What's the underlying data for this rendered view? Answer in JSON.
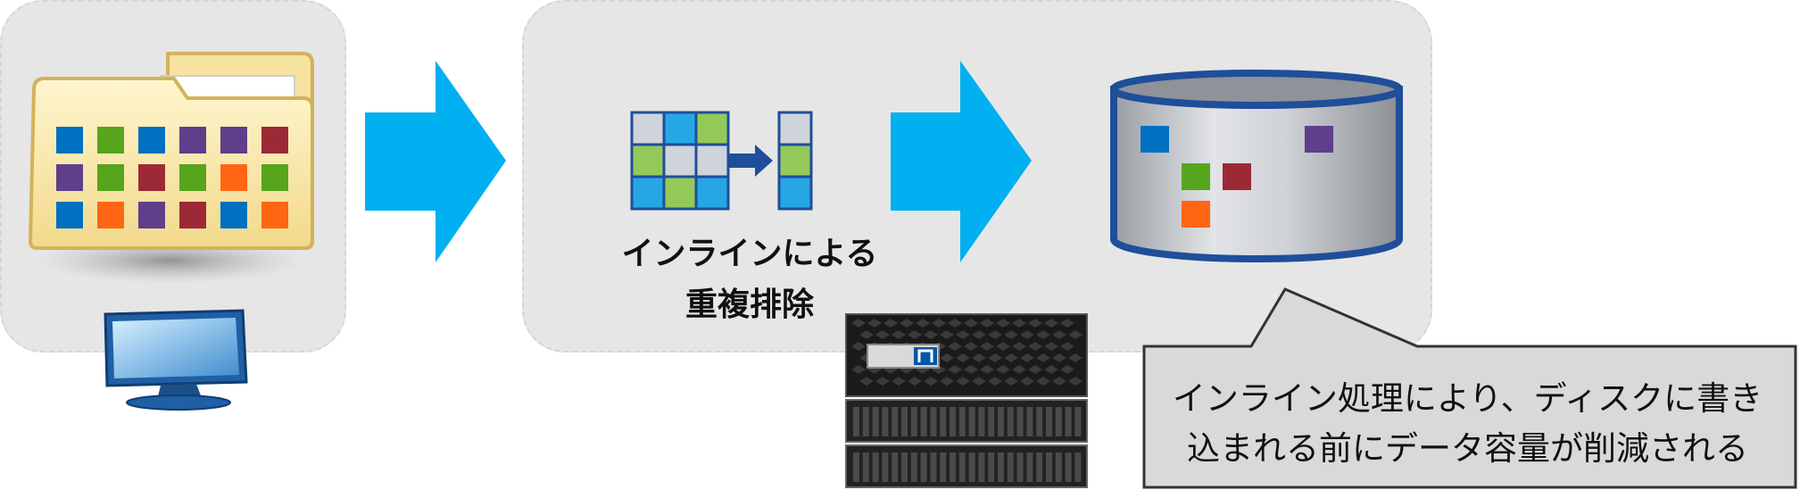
{
  "dedupe": {
    "caption_line1": "インラインによる",
    "caption_line2": "重複排除"
  },
  "callout": {
    "line1": "インライン処理により、ディスクに書き",
    "line2": "込まれる前にデータ容量が削減される"
  },
  "colors": {
    "arrow": "#00b0f0",
    "blue": "#0070c0",
    "green": "#57a51c",
    "purple": "#5f3f8a",
    "red": "#9c2a36",
    "orange": "#ff6613",
    "grid_blue": "#26a7e3",
    "grid_green": "#94c95a",
    "grid_gray": "#cfd3da"
  },
  "folder_blocks": [
    [
      "blue",
      "green",
      "blue",
      "purple",
      "purple",
      "red"
    ],
    [
      "purple",
      "green",
      "red",
      "green",
      "orange",
      "green"
    ],
    [
      "blue",
      "orange",
      "purple",
      "red",
      "blue",
      "orange"
    ]
  ],
  "dedupe_grid": [
    [
      "grid_gray",
      "grid_blue",
      "grid_green"
    ],
    [
      "grid_green",
      "grid_gray",
      "grid_gray"
    ],
    [
      "grid_blue",
      "grid_green",
      "grid_blue"
    ]
  ],
  "dedupe_result": [
    "grid_gray",
    "grid_green",
    "grid_blue"
  ],
  "disk_blocks": [
    {
      "row": 0,
      "col": 0,
      "color": "blue"
    },
    {
      "row": 0,
      "col": 4,
      "color": "purple"
    },
    {
      "row": 1,
      "col": 1,
      "color": "green"
    },
    {
      "row": 1,
      "col": 2,
      "color": "red"
    },
    {
      "row": 2,
      "col": 1,
      "color": "orange"
    }
  ]
}
